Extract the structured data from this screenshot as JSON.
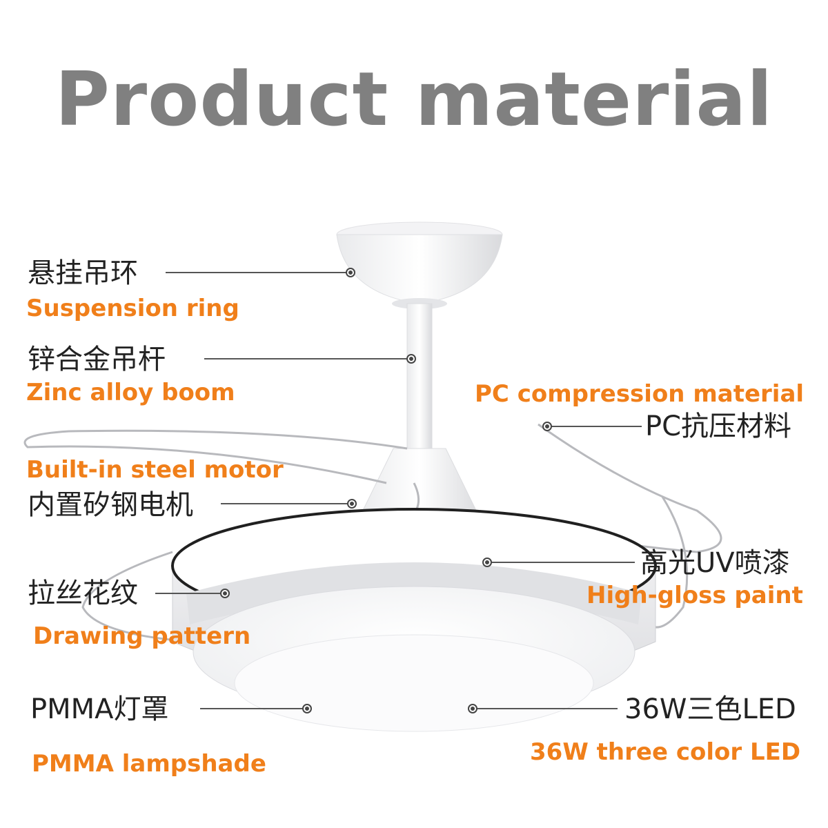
{
  "title": "Product material",
  "colors": {
    "title": "#808080",
    "label_en": "#f07f1a",
    "label_cn": "#222222"
  },
  "labels": {
    "suspension_ring": {
      "cn": "悬挂吊环",
      "en": "Suspension ring"
    },
    "zinc_boom": {
      "cn": "锌合金吊杆",
      "en": "Zinc alloy boom"
    },
    "motor": {
      "cn": "内置矽钢电机",
      "en": "Built-in steel motor"
    },
    "drawing": {
      "cn": "拉丝花纹",
      "en": "Drawing pattern"
    },
    "pmma": {
      "cn": "PMMA灯罩",
      "en": "PMMA lampshade"
    },
    "pc": {
      "cn": "PC抗压材料",
      "en": "PC compression material"
    },
    "uv": {
      "cn": "高光UV喷漆",
      "en": "High-gloss paint"
    },
    "led": {
      "cn": "36W三色LED",
      "en": "36W three color LED"
    }
  }
}
